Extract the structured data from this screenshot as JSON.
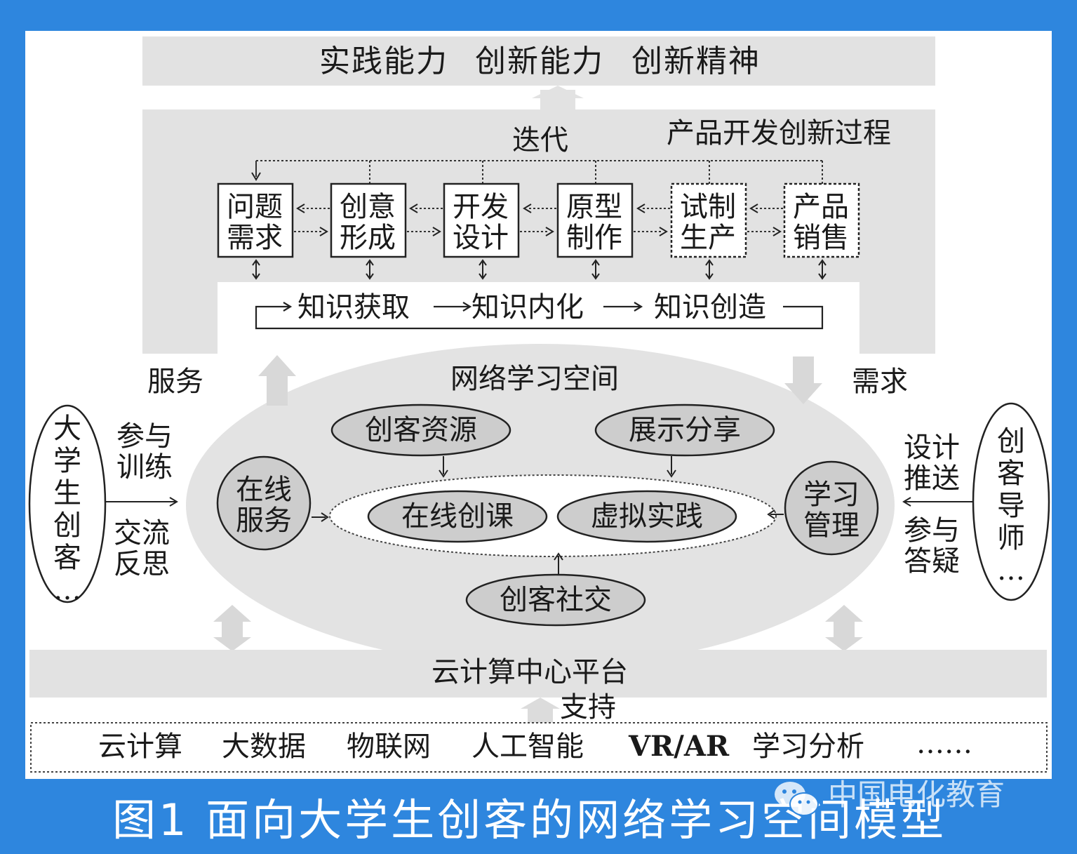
{
  "outcomes": {
    "items": [
      "实践能力",
      "创新能力",
      "创新精神"
    ]
  },
  "process": {
    "iterate_label": "迭代",
    "title": "产品开发创新过程",
    "stages": [
      {
        "line1": "问题",
        "line2": "需求",
        "style": "solid"
      },
      {
        "line1": "创意",
        "line2": "形成",
        "style": "solid"
      },
      {
        "line1": "开发",
        "line2": "设计",
        "style": "solid"
      },
      {
        "line1": "原型",
        "line2": "制作",
        "style": "solid"
      },
      {
        "line1": "试制",
        "line2": "生产",
        "style": "dashed"
      },
      {
        "line1": "产品",
        "line2": "销售",
        "style": "dashed"
      }
    ],
    "knowledge": [
      "知识获取",
      "知识内化",
      "知识创造"
    ]
  },
  "links": {
    "service": "服务",
    "demand": "需求",
    "support": "支持"
  },
  "network_space": {
    "title": "网络学习空间",
    "resources": "创客资源",
    "showcase": "展示分享",
    "online_service": {
      "line1": "在线",
      "line2": "服务"
    },
    "learning_mgmt": {
      "line1": "学习",
      "line2": "管理"
    },
    "online_course": "在线创课",
    "virtual_practice": "虚拟实践",
    "social": "创客社交"
  },
  "students": {
    "label": [
      "大",
      "学",
      "生",
      "创",
      "客",
      "…"
    ],
    "actions_top": {
      "line1": "参与",
      "line2": "训练"
    },
    "actions_bottom": {
      "line1": "交流",
      "line2": "反思"
    }
  },
  "mentors": {
    "label": [
      "创",
      "客",
      "导",
      "师",
      "…"
    ],
    "actions_top": {
      "line1": "设计",
      "line2": "推送"
    },
    "actions_bottom": {
      "line1": "参与",
      "line2": "答疑"
    }
  },
  "platform": {
    "title": "云计算中心平台"
  },
  "technologies": [
    "云计算",
    "大数据",
    "物联网",
    "人工智能",
    "VR/AR",
    "学习分析",
    "……"
  ],
  "caption": "图1  面向大学生创客的网络学习空间模型",
  "watermark": "中国电化教育",
  "colors": {
    "frame_blue": "#2e86de",
    "panel_gray": "#e3e3e3",
    "node_gray": "#cdcdcd"
  }
}
